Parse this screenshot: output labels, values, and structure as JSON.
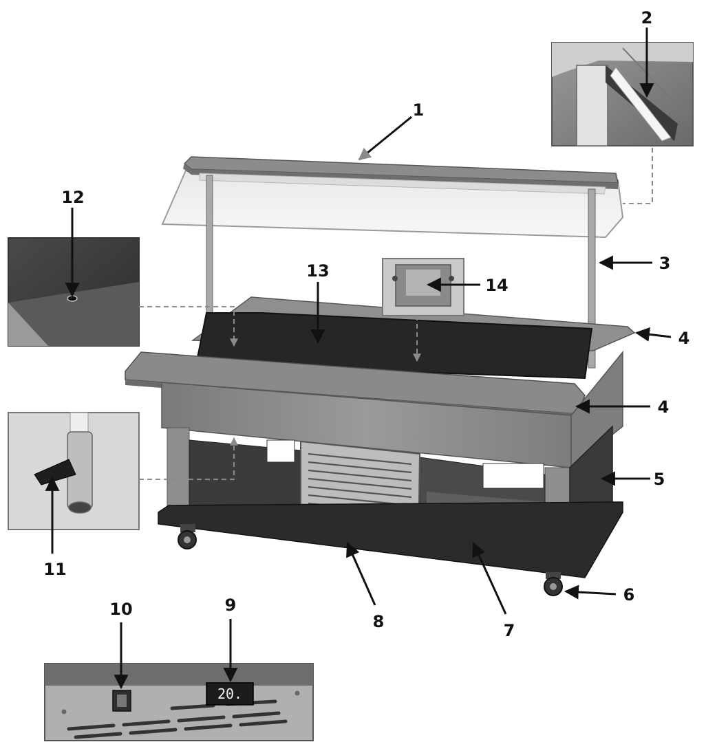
{
  "diagram": {
    "callouts": [
      {
        "id": "c1",
        "label": "1"
      },
      {
        "id": "c2",
        "label": "2"
      },
      {
        "id": "c3",
        "label": "3"
      },
      {
        "id": "c4a",
        "label": "4"
      },
      {
        "id": "c4b",
        "label": "4"
      },
      {
        "id": "c5",
        "label": "5"
      },
      {
        "id": "c6",
        "label": "6"
      },
      {
        "id": "c7",
        "label": "7"
      },
      {
        "id": "c8",
        "label": "8"
      },
      {
        "id": "c9",
        "label": "9"
      },
      {
        "id": "c10",
        "label": "10"
      },
      {
        "id": "c11",
        "label": "11"
      },
      {
        "id": "c12",
        "label": "12"
      },
      {
        "id": "c13",
        "label": "13"
      },
      {
        "id": "c14",
        "label": "14"
      }
    ],
    "display_reading": "20.",
    "colors": {
      "wood": "#8e8e8e",
      "wood_dark": "#6f6f6f",
      "steel": "#b9b9b9",
      "well": "#2a2a2a",
      "cabinet": "#3c3c3c"
    }
  }
}
